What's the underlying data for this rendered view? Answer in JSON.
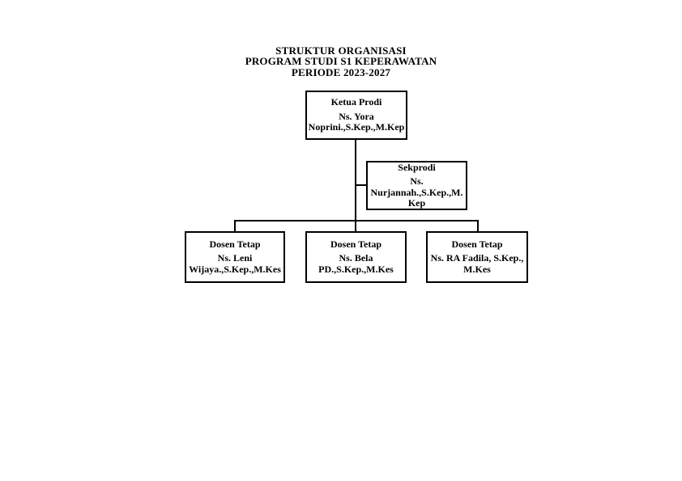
{
  "title": {
    "lines": [
      "STRUKTUR ORGANISASI",
      "PROGRAM STUDI S1 KEPERAWATAN",
      "PERIODE 2023-2027"
    ]
  },
  "chart_data": {
    "type": "org-chart",
    "nodes": [
      {
        "id": "ketua-prodi",
        "role": "Ketua Prodi",
        "name": "Ns. Yora\nNoprini.,S.Kep.,M.Kep",
        "reports_to": null
      },
      {
        "id": "sekprodi",
        "role": "Sekprodi",
        "name": "Ns.\nNurjannah.,S.Kep.,M.\nKep",
        "reports_to": "ketua-prodi"
      },
      {
        "id": "dosen-tetap-1",
        "role": "Dosen Tetap",
        "name": "Ns. Leni\nWijaya.,S.Kep.,M.Kes",
        "reports_to": "ketua-prodi"
      },
      {
        "id": "dosen-tetap-2",
        "role": "Dosen Tetap",
        "name": "Ns. Bela\nPD.,S.Kep.,M.Kes",
        "reports_to": "ketua-prodi"
      },
      {
        "id": "dosen-tetap-3",
        "role": "Dosen Tetap",
        "name": "Ns. RA Fadila, S.Kep.,\nM.Kes",
        "reports_to": "ketua-prodi"
      }
    ],
    "edges": [
      {
        "from": "ketua-prodi",
        "to": "sekprodi"
      },
      {
        "from": "ketua-prodi",
        "to": "dosen-tetap-1"
      },
      {
        "from": "ketua-prodi",
        "to": "dosen-tetap-2"
      },
      {
        "from": "ketua-prodi",
        "to": "dosen-tetap-3"
      }
    ],
    "colors": {
      "background": "#ffffff",
      "text": "#000000",
      "box_border": "#000000",
      "connector": "#000000"
    }
  }
}
